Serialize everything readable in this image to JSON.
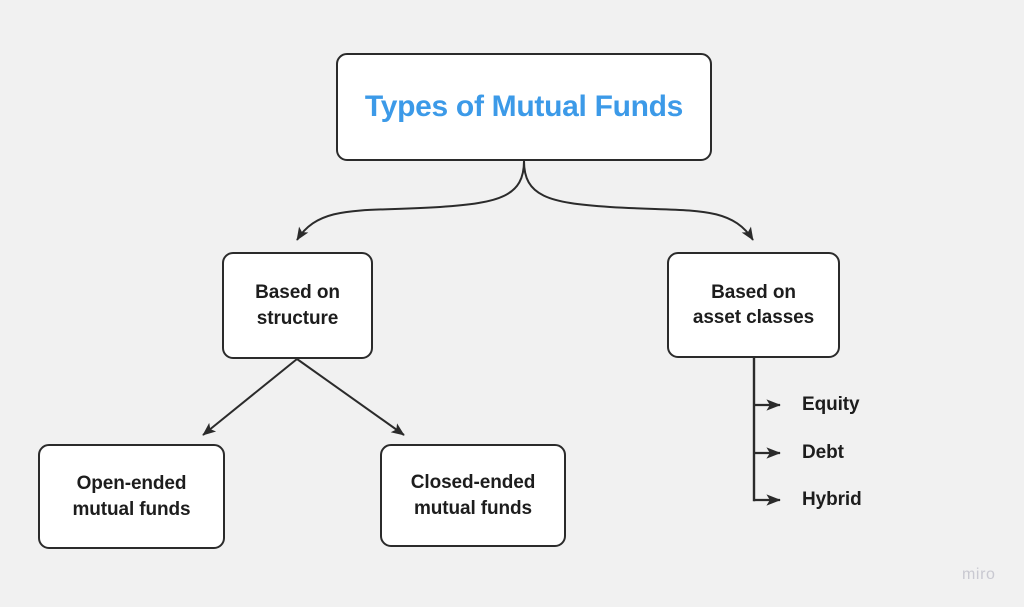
{
  "canvas": {
    "background_color": "#f1f1f1",
    "watermark": "miro"
  },
  "diagram": {
    "type": "tree",
    "title": "Types of Mutual Funds",
    "stroke_color": "#2b2b2b",
    "node_fill": "#ffffff",
    "accent_color": "#3c9ae8",
    "text_color": "#1d1d1d",
    "nodes": [
      {
        "id": "root",
        "label": "Types of Mutual Funds",
        "level": 0,
        "shape": "rounded-rect"
      },
      {
        "id": "structure",
        "label": "Based on\nstructure",
        "level": 1,
        "shape": "rounded-rect"
      },
      {
        "id": "asset",
        "label": "Based on\nasset classes",
        "level": 1,
        "shape": "rounded-rect"
      },
      {
        "id": "open",
        "label": "Open-ended\nmutual funds",
        "level": 2,
        "shape": "rounded-rect"
      },
      {
        "id": "closed",
        "label": "Closed-ended\nmutual funds",
        "level": 2,
        "shape": "rounded-rect"
      },
      {
        "id": "equity",
        "label": "Equity",
        "level": 2,
        "shape": "text"
      },
      {
        "id": "debt",
        "label": "Debt",
        "level": 2,
        "shape": "text"
      },
      {
        "id": "hybrid",
        "label": "Hybrid",
        "level": 2,
        "shape": "text"
      }
    ],
    "edges": [
      {
        "from": "root",
        "to": "structure",
        "style": "curved",
        "arrow": true
      },
      {
        "from": "root",
        "to": "asset",
        "style": "curved",
        "arrow": true
      },
      {
        "from": "structure",
        "to": "open",
        "style": "straight",
        "arrow": true
      },
      {
        "from": "structure",
        "to": "closed",
        "style": "straight",
        "arrow": true
      },
      {
        "from": "asset",
        "to": "equity",
        "style": "elbow",
        "arrow": true
      },
      {
        "from": "asset",
        "to": "debt",
        "style": "elbow",
        "arrow": true
      },
      {
        "from": "asset",
        "to": "hybrid",
        "style": "elbow",
        "arrow": true
      }
    ]
  }
}
